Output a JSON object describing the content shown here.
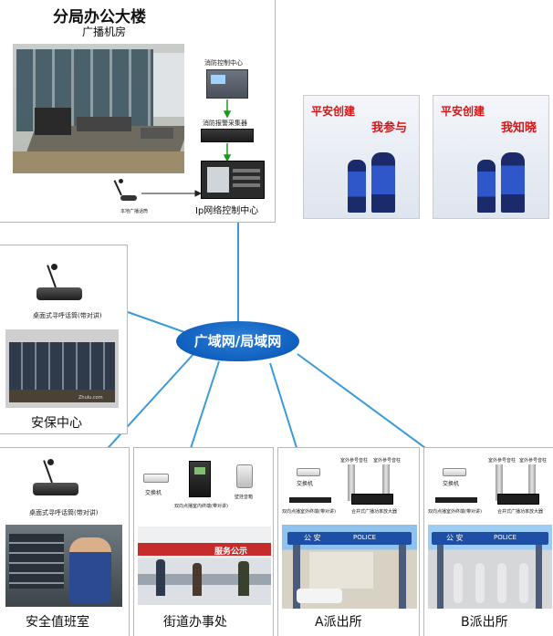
{
  "hq": {
    "title": "分局办公大楼",
    "subtitle": "广播机房",
    "fire_center": "消防控制中心",
    "fire_collector": "消防报警采集器",
    "ip_center": "Ip网络控制中心",
    "local_mic": "本地广播话筒"
  },
  "posters": [
    {
      "line1": "平安创建",
      "line2": "我参与"
    },
    {
      "line1": "平安创建",
      "line2": "我知晓"
    }
  ],
  "network": {
    "label": "广域网/局域网"
  },
  "security_center": {
    "mic_label": "桌面式寻呼话筒(带对讲)",
    "title": "安保中心",
    "photo_caption": "Zhulu.com"
  },
  "duty_room": {
    "mic_label": "桌面式寻呼话筒(带对讲)",
    "title": "安全值班室"
  },
  "street_office": {
    "switch_label": "交换机",
    "terminal_label": "双向点播室内终端(带对讲)",
    "speaker_label": "壁挂音箱",
    "title": "街道办事处",
    "photo_sign": "服务公示"
  },
  "station_a": {
    "speaker1": "室外參号音柱",
    "speaker2": "室外參号音柱",
    "switch_label": "交换机",
    "terminal_label": "双向点播室外终端(带对讲)",
    "amp_label": "合并式广播功率放大器",
    "title": "A派出所",
    "sign": "公 安",
    "sign2": "POLICE"
  },
  "station_b": {
    "speaker1": "室外參号音柱",
    "speaker2": "室外參号音柱",
    "switch_label": "交换机",
    "terminal_label": "双向点播室外终端(带对讲)",
    "amp_label": "合并式广播功率放大器",
    "title": "B派出所",
    "sign": "公 安",
    "sign2": "POLICE"
  },
  "colors": {
    "link": "#3a9ad9",
    "cloud": "#0f5fbf",
    "slogan": "#d01818",
    "arrow": "#1a9a1a"
  }
}
